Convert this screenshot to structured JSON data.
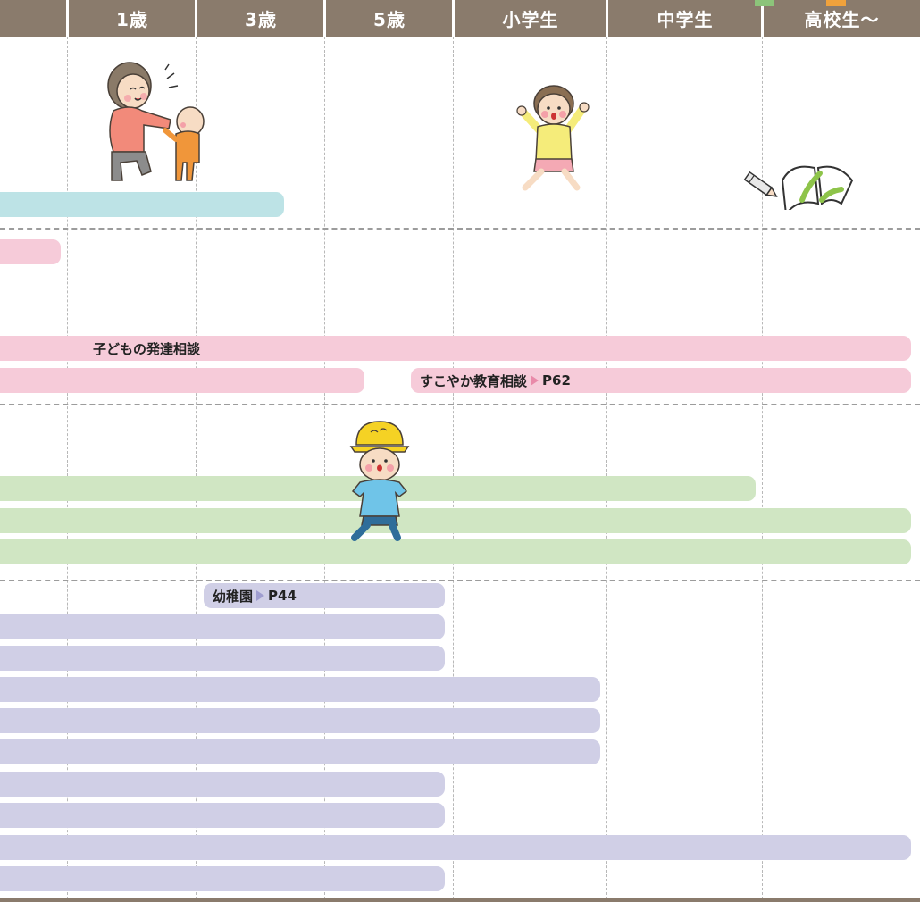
{
  "header": {
    "columns": [
      "1歳",
      "3歳",
      "5歳",
      "小学生",
      "中学生",
      "高校生〜"
    ]
  },
  "bars": {
    "hattatsu_label": "子どもの発達相談",
    "sukoyaka_label": "すこやか教育相談",
    "sukoyaka_page": "P62",
    "youchien_label": "幼稚園",
    "youchien_page": "P44"
  },
  "illustrations": {
    "mother_baby": "mother-holding-baby-illustration",
    "running_child": "running-child-illustration",
    "pencil_book": "pencil-and-book-illustration",
    "kindergartner": "kindergartner-yellow-hat-illustration"
  },
  "colors": {
    "header": "#8a7b6c",
    "blue": "#bde3e6",
    "pink": "#f6cbd9",
    "green": "#d0e6c3",
    "purple": "#d0cfe6"
  }
}
